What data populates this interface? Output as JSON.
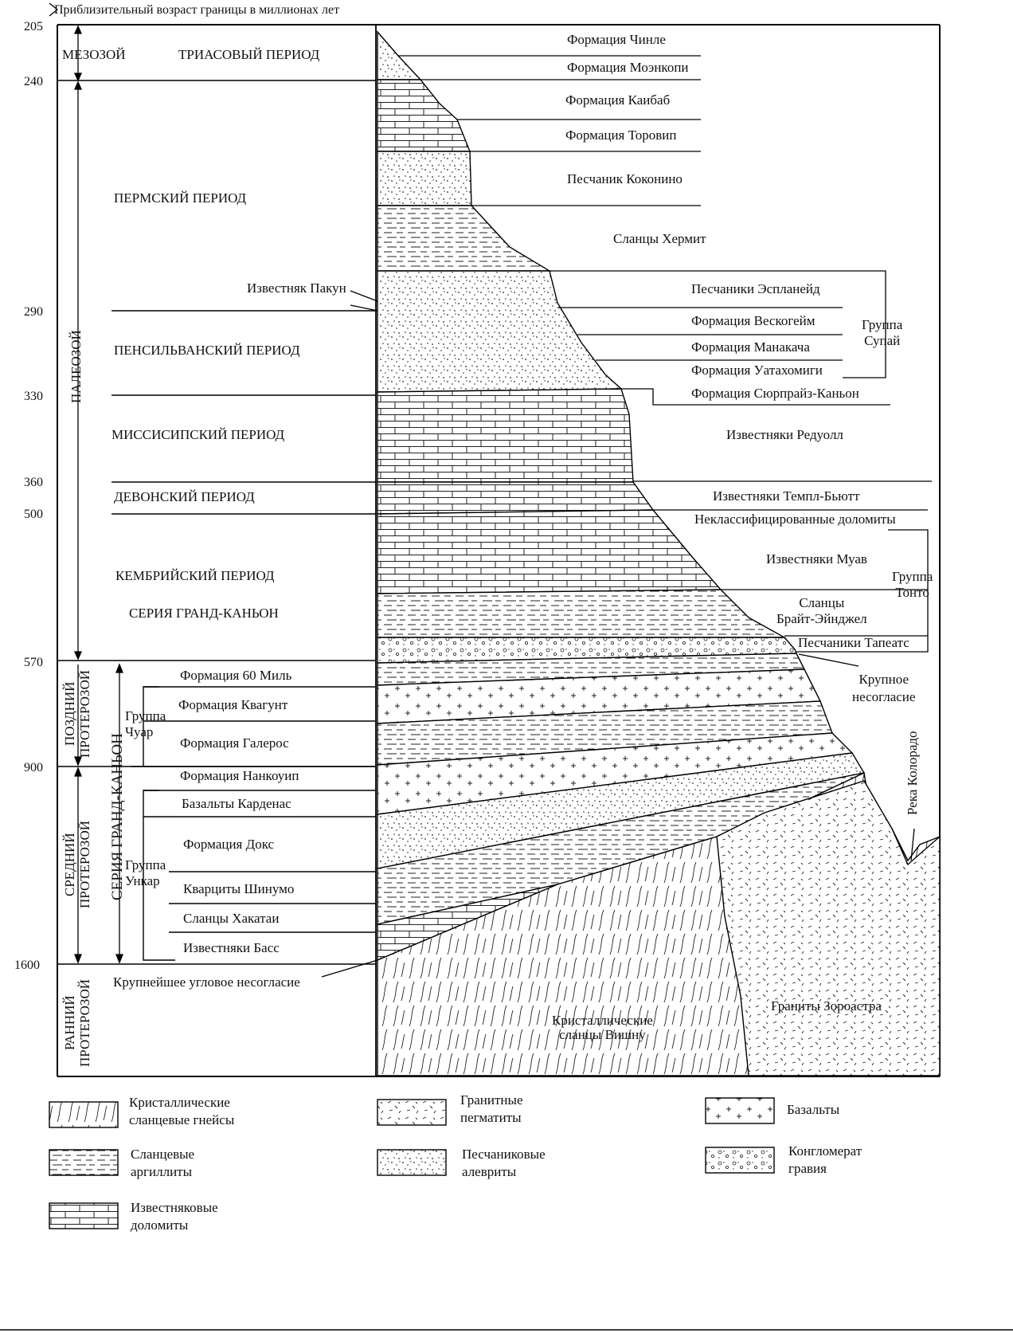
{
  "header": {
    "age_caption": "Приблизительный возраст границы в миллионах лет"
  },
  "ages": [
    "205",
    "240",
    "290",
    "330",
    "360",
    "500",
    "570",
    "900",
    "1600"
  ],
  "eras": {
    "mesozoic": "МЕЗОЗОЙ",
    "paleozoic": "ПАЛЕОЗОЙ",
    "late_proterozoic": "ПОЗДНИЙ\nПРОТЕРОЗОЙ",
    "middle_proterozoic": "СРЕДНИЙ\nПРОТЕРОЗОЙ",
    "early_proterozoic": "РАННИЙ\nПРОТЕРОЗОЙ",
    "grand_canyon_series_vertical": "СЕРИЯ ГРАНД-КАНЬОН"
  },
  "periods": {
    "triassic": "ТРИАСОВЫЙ ПЕРИОД",
    "permian": "ПЕРМСКИЙ ПЕРИОД",
    "pennsylvanian": "ПЕНСИЛЬВАНСКИЙ ПЕРИОД",
    "mississippian": "МИССИСИПСКИЙ ПЕРИОД",
    "devonian": "ДЕВОНСКИЙ ПЕРИОД",
    "cambrian": "КЕМБРИЙСКИЙ ПЕРИОД",
    "grand_canyon_series": "СЕРИЯ ГРАНД-КАНЬОН"
  },
  "formations": {
    "chinle": "Формация Чинле",
    "moenkopi": "Формация Моэнкопи",
    "kaibab": "Формация Каибаб",
    "toroweap": "Формация Торовип",
    "coconino": "Песчаник Коконино",
    "hermit": "Сланцы Хермит",
    "esplanade": "Песчаники Эспланейд",
    "wescogame": "Формация Вескогейм",
    "manakacha": "Формация Манакача",
    "watahomigi": "Формация Уатахомиги",
    "surprise": "Формация Сюрпрайз-Каньон",
    "redwall": "Известняки Редуолл",
    "temple_butte": "Известняки Темпл-Бьютт",
    "undiff_dolomites": "Неклассифицированные доломиты",
    "muav": "Известняки Муав",
    "bright_angel": "Сланцы\nБрайт-Эйнджел",
    "tapeats": "Песчаники Тапеатс",
    "pakoon": "Известняк Пакун"
  },
  "groups": {
    "supai": "Группа\nСупай",
    "tonto": "Группа\nТонто",
    "chuar": "Группа\nЧуар",
    "unkar": "Группа\nУнкар"
  },
  "proterozoic_formations": {
    "sixty_mile": "Формация 60 Миль",
    "kwagunt": "Формация Квагунт",
    "galeros": "Формация Галерос",
    "nankoweap": "Формация Нанкоуип",
    "cardenas": "Базальты Карденас",
    "dox": "Формация Докс",
    "shinumo": "Кварциты Шинумо",
    "hakatai": "Сланцы Хакатаи",
    "bass": "Известняки Басс"
  },
  "annotations": {
    "great_unconformity": "Крупное\nнесогласие",
    "greatest_angular": "Крупнейшее угловое несогласие",
    "colorado_river": "Река Колорадо",
    "vishnu": "Кристаллические\nсланцы Вишну",
    "zoroaster": "Граниты Зороастра"
  },
  "legend": [
    {
      "icon": "schist-gneiss-pattern-icon",
      "label": "Кристаллические\nсланцевые гнейсы"
    },
    {
      "icon": "granite-pegmatite-pattern-icon",
      "label": "Гранитные\nпегматиты"
    },
    {
      "icon": "basalt-pattern-icon",
      "label": "Базальты"
    },
    {
      "icon": "shale-mudstone-pattern-icon",
      "label": "Сланцевые\nаргиллиты"
    },
    {
      "icon": "sandstone-siltstone-pattern-icon",
      "label": "Песчаниковые\nалевриты"
    },
    {
      "icon": "conglomerate-pattern-icon",
      "label": "Конгломерат\nгравия"
    },
    {
      "icon": "limestone-dolomite-pattern-icon",
      "label": "Известняковые\nдоломиты"
    }
  ]
}
